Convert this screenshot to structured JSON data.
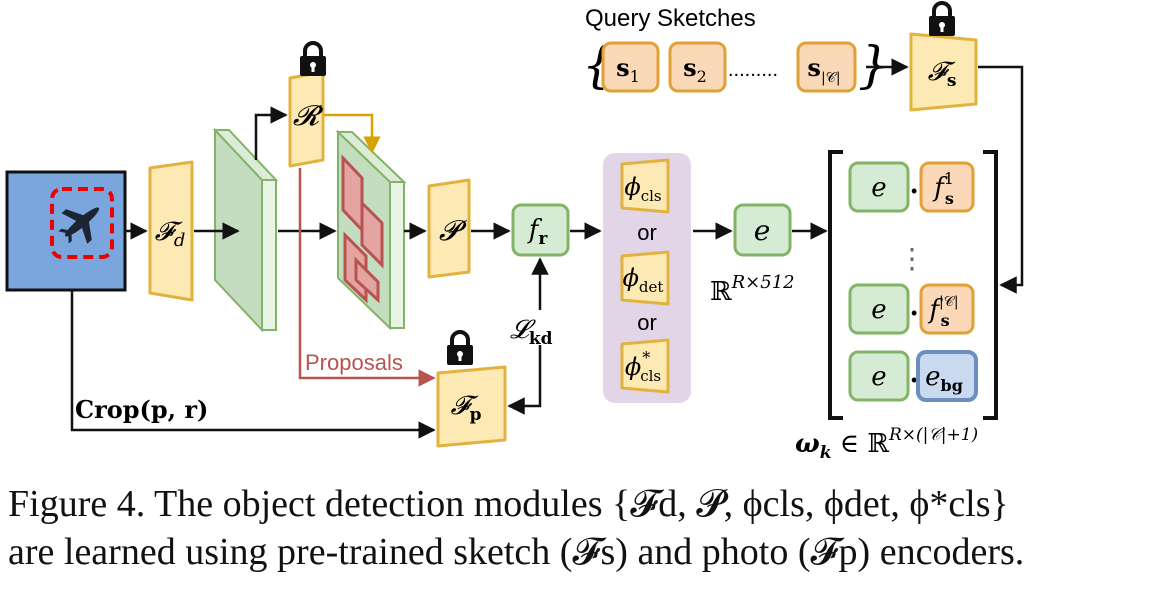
{
  "diagram": {
    "query_sketches_title": "Query Sketches",
    "sketch_tokens": [
      {
        "base": "s",
        "sub": "1"
      },
      {
        "base": "s",
        "sub": "2"
      },
      {
        "base": "s",
        "sub": "|𝒞|"
      }
    ],
    "sketch_dots": ".........",
    "encoder_sketch": {
      "base": "𝓕",
      "sub": "s"
    },
    "encoder_photo": {
      "base": "𝓕",
      "sub": "p"
    },
    "encoder_detector": {
      "base": "𝓕",
      "sub": "d"
    },
    "rpn_label": "𝓡",
    "pool_label": "𝓟",
    "fr_label": {
      "base": "f",
      "sub": "r"
    },
    "phi_cls": {
      "base": "ϕ",
      "sub": "cls"
    },
    "phi_det": {
      "base": "ϕ",
      "sub": "det"
    },
    "phi_cls_star": {
      "base": "ϕ",
      "sub": "cls",
      "sup": "*"
    },
    "or_label": "or",
    "e_label": "e",
    "e_dim": {
      "base": "ℝ",
      "sup": "R×512"
    },
    "loss_label": {
      "base": "𝓛",
      "sub": "kd"
    },
    "proposals_label": "Proposals",
    "crop_label": "Crop(p, r)",
    "matrix_rows": [
      {
        "left": "e",
        "right": {
          "base": "f",
          "sub": "s",
          "sup": "1"
        }
      },
      {
        "left": "e",
        "right": {
          "base": "f",
          "sub": "s",
          "sup": "|𝒞|"
        }
      },
      {
        "left": "e",
        "right": {
          "base": "e",
          "sub": "bg"
        }
      }
    ],
    "dot_operator": "•",
    "vdots": "⋮",
    "omega_label": {
      "base": "ω",
      "sub": "k",
      "rest": " ∈ ℝ",
      "sup": "R×(|𝒞|+1)"
    },
    "colors": {
      "encoder_fill": "#fde9b4",
      "encoder_stroke": "#e2b23f",
      "green_fill": "#d6ebd3",
      "green_stroke": "#82b366",
      "orange_fill": "#fbd8b8",
      "orange_stroke": "#e2a136",
      "blue_fill": "#c8d9f0",
      "blue_stroke": "#6c8ebf",
      "purple_panel": "#e1d5e7",
      "proposal_red": "#b85450",
      "proposal_fill": "#e3a4a2",
      "photo_sky": "#7aa5dd"
    }
  },
  "caption": {
    "line1": "Figure 4.  The object detection modules {𝓕d, 𝓟, ϕcls, ϕdet, ϕ*cls}",
    "line2": "are learned using pre-trained sketch (𝓕s) and photo (𝓕p) encoders."
  }
}
